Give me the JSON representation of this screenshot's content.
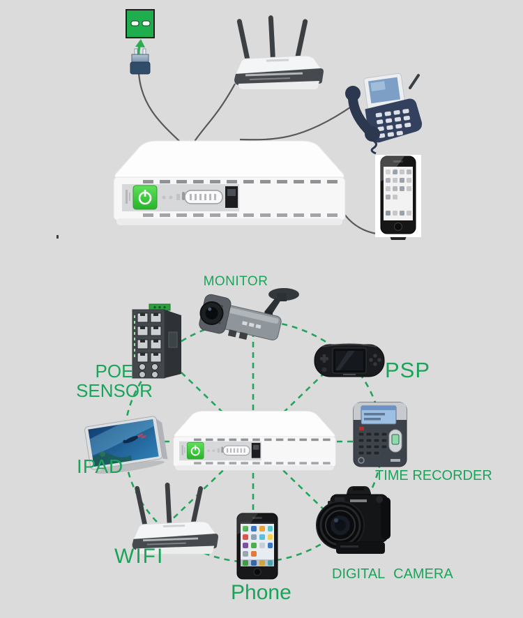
{
  "colors": {
    "background": "#dbdbdb",
    "label_green": "#1ca35a",
    "dashed_line_green": "#23a45c",
    "outlet_green": "#1fae4d",
    "power_button_green": "#3bcf3b",
    "cable_gray": "#58585a"
  },
  "top_diagram": {
    "devices": [
      "power-outlet-icon",
      "power-plug-icon",
      "up-arrow-icon",
      "wireless-router",
      "ip-video-phone",
      "smartphone",
      "mini-ups"
    ]
  },
  "bottom_diagram": {
    "hub_device": "mini-ups",
    "nodes": [
      {
        "id": "monitor",
        "label": "MONITOR",
        "device": "cctv-camera"
      },
      {
        "id": "poe_sensor",
        "label_line1": "POE",
        "label_line2": "SENSOR",
        "device": "poe-switch"
      },
      {
        "id": "psp",
        "label": "PSP",
        "device": "psp-game-console"
      },
      {
        "id": "time_recorder",
        "label": "TIME RECORDER",
        "device": "fingerprint-time-recorder"
      },
      {
        "id": "digital_camera",
        "label": "DIGITAL CAMERA",
        "device": "dslr-camera"
      },
      {
        "id": "phone",
        "label": "Phone",
        "device": "smartphone"
      },
      {
        "id": "wifi",
        "label": "WIFI",
        "device": "wireless-router"
      },
      {
        "id": "ipad",
        "label": "IPAD",
        "device": "tablet"
      }
    ]
  }
}
